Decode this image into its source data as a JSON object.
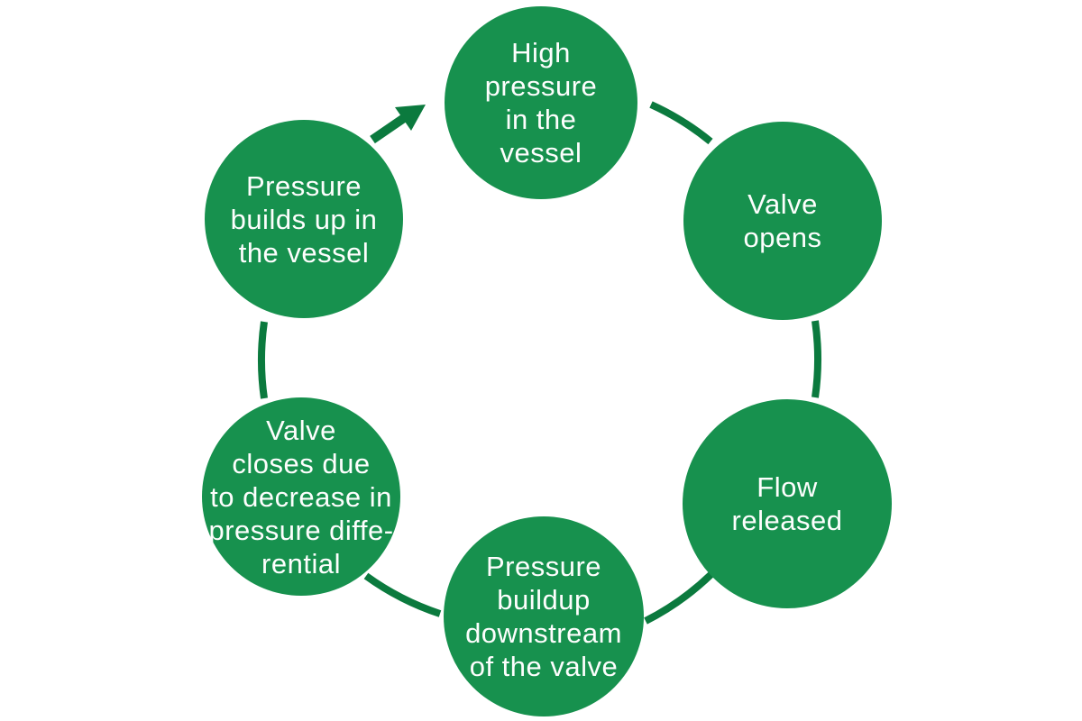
{
  "diagram": {
    "type": "cycle",
    "colors": {
      "background": "#ffffff",
      "node_fill": "#17914e",
      "connector": "#0b7a3e",
      "label_text": "#fdfefd"
    },
    "nodes": [
      {
        "name": "high-pressure-in-the-vessel",
        "label": "High pressure in the vessel",
        "text": "High\npressure\nin the\nvessel"
      },
      {
        "name": "valve-opens",
        "label": "Valve opens",
        "text": "Valve\nopens"
      },
      {
        "name": "flow-released",
        "label": "Flow released",
        "text": "Flow\nreleased"
      },
      {
        "name": "pressure-buildup-downstream-of-the-valve",
        "label": "Pressure buildup downstream of the valve",
        "text": "Pressure\nbuildup\ndownstream\nof the valve"
      },
      {
        "name": "valve-closes-due-to-decrease-in-pressure-differential",
        "label": "Valve closes due to decrease in pressure differential",
        "text": "Valve\ncloses due\nto decrease in\npressure diffe-\nrential"
      },
      {
        "name": "pressure-builds-up-in-the-vessel",
        "label": "Pressure builds up in the vessel",
        "text": "Pressure\nbuilds up in\nthe vessel"
      }
    ],
    "arrow": {
      "name": "clockwise-arrow",
      "direction": "clockwise"
    }
  }
}
